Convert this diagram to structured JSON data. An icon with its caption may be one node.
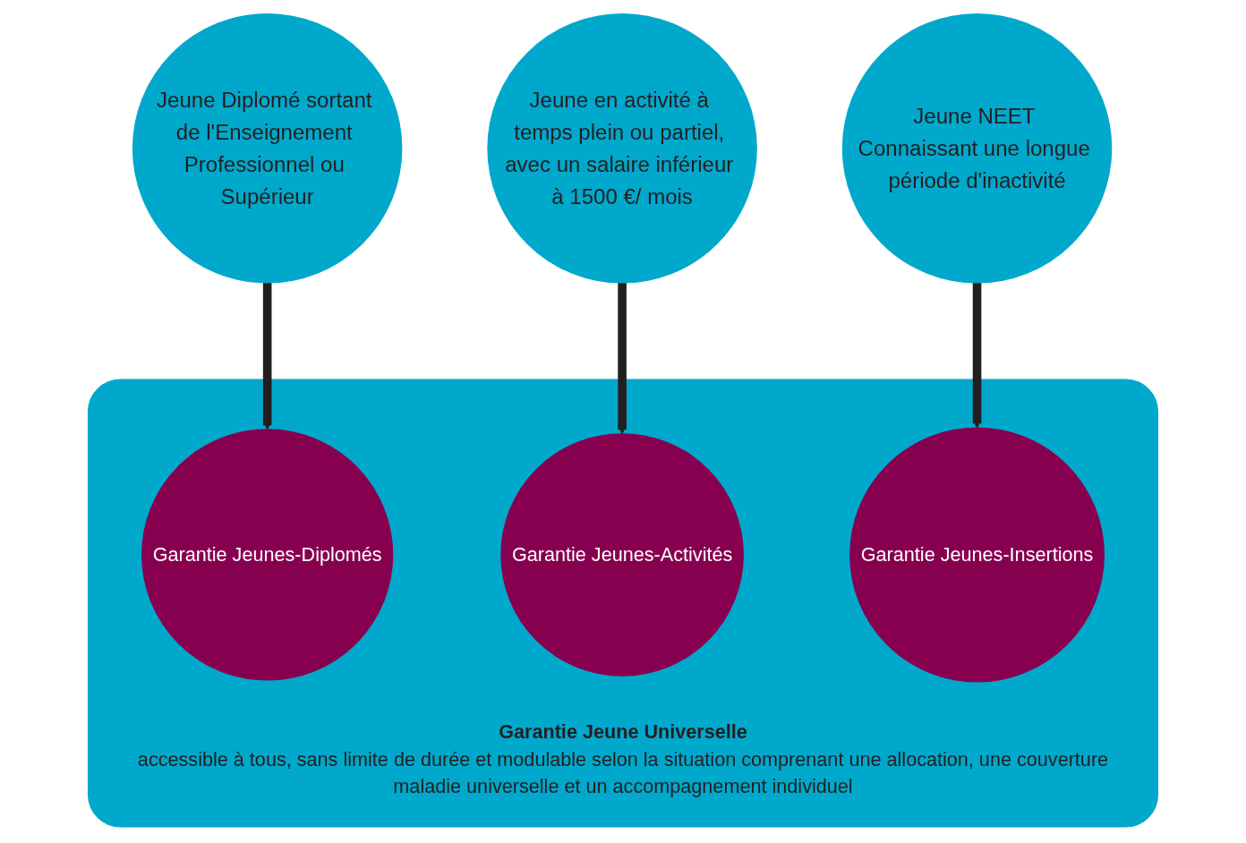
{
  "diagram": {
    "nodes": [
      {
        "text": [
          "Jeune Diplomé sortant de l'Enseignement Professionnel ou Supérieur"
        ]
      },
      {
        "text": [
          "Jeune en activité à temps plein ou partiel, avec un salaire inférieur à 1500 €/ mois"
        ]
      },
      {
        "text": [
          "Jeune NEET Connaissant une longue période d'inactivité"
        ]
      },
      {
        "text": [
          "Garantie Jeune Universelle",
          "accessible à tous, sans limite de durée et modulable selon la situation comprenant une allocation, une couverture maladie universelle et un accompagnement individuel"
        ]
      },
      {
        "text": [
          "Garantie Jeunes-Diplomés"
        ],
        "in": 3
      },
      {
        "text": [
          "Garantie Jeunes-Activités"
        ],
        "in": 3
      },
      {
        "text": [
          "Garantie Jeunes-Insertions"
        ],
        "in": 3
      }
    ],
    "edges": [
      {
        "from": 0,
        "to": 4,
        "arrow": "to"
      },
      {
        "from": 1,
        "to": 5,
        "arrow": "to"
      },
      {
        "from": 2,
        "to": 6,
        "arrow": "to"
      }
    ]
  }
}
